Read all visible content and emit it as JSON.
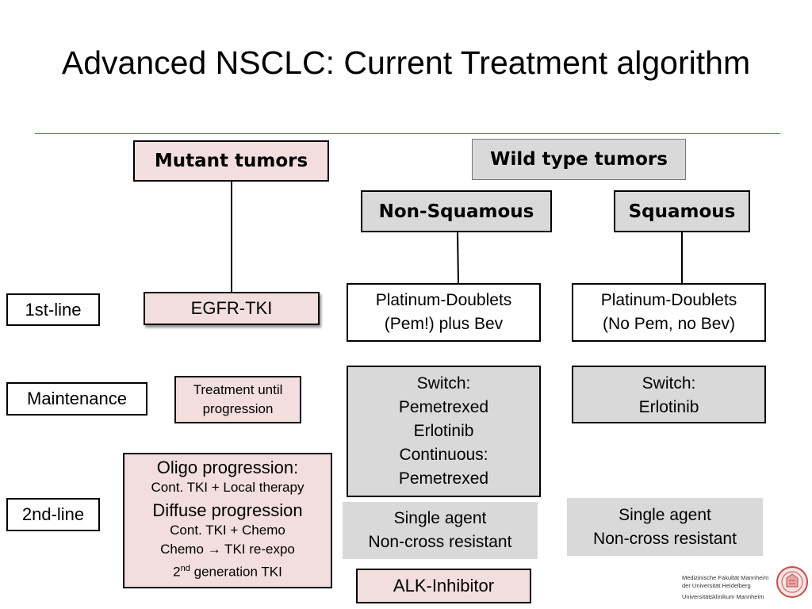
{
  "title": "Advanced NSCLC: Current Treatment algorithm",
  "headers": {
    "mutant": "Mutant tumors",
    "wild_type": "Wild type tumors",
    "non_squamous": "Non-Squamous",
    "squamous": "Squamous"
  },
  "row_labels": {
    "first_line": "1st-line",
    "maintenance": "Maintenance",
    "second_line": "2nd-line"
  },
  "mutant": {
    "first_line": "EGFR-TKI",
    "maintenance": [
      "Treatment until",
      "progression"
    ],
    "second_line": {
      "oligo_heading": "Oligo progression:",
      "oligo_detail": "Cont. TKI + Local therapy",
      "diffuse_heading": "Diffuse progression",
      "diffuse_line1": "Cont. TKI + Chemo",
      "diffuse_line2_prefix": "Chemo ",
      "diffuse_line2_arrow": "→",
      "diffuse_line2_suffix": " TKI re-expo",
      "gen_number": "2",
      "gen_superscript": "nd",
      "gen_suffix": " generation TKI"
    }
  },
  "non_squamous": {
    "first_line": [
      "Platinum-Doublets",
      "(Pem!) plus Bev"
    ],
    "maintenance": [
      "Switch:",
      "Pemetrexed",
      "Erlotinib",
      "Continuous:",
      "Pemetrexed"
    ],
    "second_line": [
      "Single agent",
      "Non-cross resistant"
    ],
    "alk": "ALK-Inhibitor"
  },
  "squamous": {
    "first_line": [
      "Platinum-Doublets",
      "(No Pem, no Bev)"
    ],
    "maintenance": [
      "Switch:",
      "Erlotinib"
    ],
    "second_line": [
      "Single agent",
      "Non-cross resistant"
    ]
  },
  "logo": {
    "line1": "Medizinische Fakultät Mannheim",
    "line2": "der Universität Heidelberg",
    "line3": "Universitätsklinikum Mannheim"
  },
  "colors": {
    "accent_rule": "#c0504d",
    "pink_fill": "#f2dede",
    "gray_fill": "#d9d9d9",
    "seal_red": "#c0504d"
  }
}
